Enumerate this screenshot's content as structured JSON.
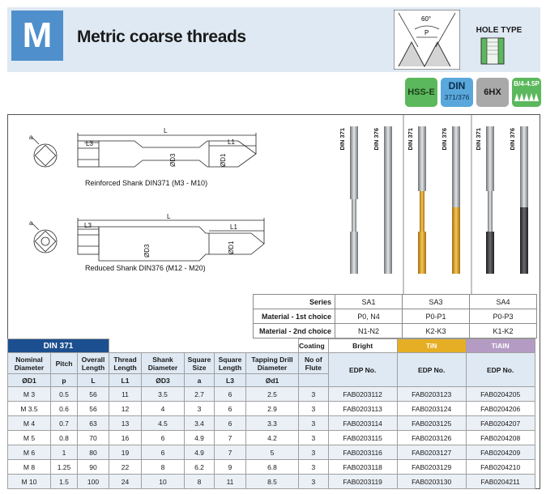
{
  "header": {
    "letter": "M",
    "title": "Metric coarse threads",
    "thread_angle": "60°",
    "thread_pitch_symbol": "P",
    "hole_type_label": "HOLE TYPE"
  },
  "badges": {
    "hss": "HSS-E",
    "din_main": "DIN",
    "din_sub": "371/376",
    "tolerance": "6HX",
    "b_range": "B/4-4.5P"
  },
  "drawing": {
    "label_L": "L",
    "label_L3": "L3",
    "label_L1": "L1",
    "label_D3": "ØD3",
    "label_D1": "ØD1",
    "label_a": "a",
    "caption1": "Reinforced Shank DIN371 (M3 - M10)",
    "caption2": "Reduced Shank DIN376 (M12 - M20)"
  },
  "tool_labels": [
    "DIN 371",
    "DIN 376",
    "DIN 371",
    "DIN 376",
    "DIN 371",
    "DIN 376"
  ],
  "specs": {
    "series_label": "Series",
    "mat1_label": "Material - 1st choice",
    "mat2_label": "Material - 2nd choice",
    "coating_label": "Coating",
    "series": [
      "SA1",
      "SA3",
      "SA4"
    ],
    "mat1": [
      "P0, N4",
      "P0-P1",
      "P0-P3"
    ],
    "mat2": [
      "N1-N2",
      "K2-K3",
      "K1-K2"
    ],
    "coating": [
      "Bright",
      "TiN",
      "TiAlN"
    ]
  },
  "table": {
    "din_label": "DIN 371",
    "headers": [
      "Nominal Diameter",
      "Pitch",
      "Overall Length",
      "Thread Length",
      "Shank Diameter",
      "Square Size",
      "Square Length",
      "Tapping Drill Diameter",
      "No of Flute",
      "EDP No.",
      "EDP No.",
      "EDP No."
    ],
    "symbols": [
      "ØD1",
      "p",
      "L",
      "L1",
      "ØD3",
      "a",
      "L3",
      "Ød1"
    ],
    "rows": [
      [
        "M 3",
        "0.5",
        "56",
        "11",
        "3.5",
        "2.7",
        "6",
        "2.5",
        "3",
        "FAB0203112",
        "FAB0203123",
        "FAB0204205"
      ],
      [
        "M 3.5",
        "0.6",
        "56",
        "12",
        "4",
        "3",
        "6",
        "2.9",
        "3",
        "FAB0203113",
        "FAB0203124",
        "FAB0204206"
      ],
      [
        "M 4",
        "0.7",
        "63",
        "13",
        "4.5",
        "3.4",
        "6",
        "3.3",
        "3",
        "FAB0203114",
        "FAB0203125",
        "FAB0204207"
      ],
      [
        "M 5",
        "0.8",
        "70",
        "16",
        "6",
        "4.9",
        "7",
        "4.2",
        "3",
        "FAB0203115",
        "FAB0203126",
        "FAB0204208"
      ],
      [
        "M 6",
        "1",
        "80",
        "19",
        "6",
        "4.9",
        "7",
        "5",
        "3",
        "FAB0203116",
        "FAB0203127",
        "FAB0204209"
      ],
      [
        "M 8",
        "1.25",
        "90",
        "22",
        "8",
        "6.2",
        "9",
        "6.8",
        "3",
        "FAB0203118",
        "FAB0203129",
        "FAB0204210"
      ],
      [
        "M 10",
        "1.5",
        "100",
        "24",
        "10",
        "8",
        "11",
        "8.5",
        "3",
        "FAB0203119",
        "FAB0203130",
        "FAB0204211"
      ]
    ]
  },
  "colors": {
    "accent_blue": "#4f8fcc",
    "header_bg": "#dfe9f3",
    "din_dark": "#1c4f8f",
    "tin": "#e6ae24",
    "tialn": "#b49bc4"
  }
}
